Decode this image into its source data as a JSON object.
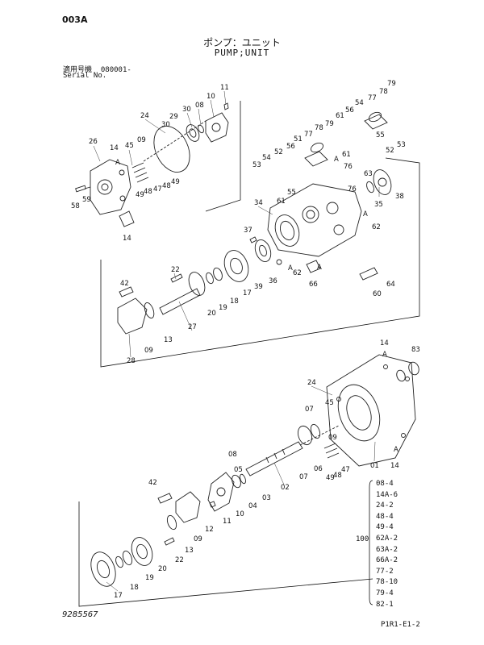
{
  "header": {
    "code": "003A",
    "title_jp": "ポンプ：ユニット",
    "title_en": "PUMP;UNIT",
    "serial_label_jp": "適用号機",
    "serial_value": "080001-",
    "serial_label_en": "Serial No."
  },
  "footer": {
    "doc_number": "9285567",
    "page_ref": "P1R1-E1-2"
  },
  "kit": {
    "total_label": "100",
    "items": [
      "08-4",
      "14A-6",
      "24-2",
      "48-4",
      "49-4",
      "62A-2",
      "63A-2",
      "66A-2",
      "77-2",
      "78-10",
      "79-4",
      "82-1"
    ]
  },
  "part_labels": {
    "l11a": "11",
    "l10a": "10",
    "l08a": "08",
    "l30a": "30",
    "l29": "29",
    "l30b": "30",
    "l24a": "24",
    "l26": "26",
    "l14a": "14",
    "l45a": "45",
    "l09a": "09",
    "l58": "58",
    "l59": "59",
    "l49a": "49",
    "l48a": "48",
    "l47a": "47",
    "l48b": "48",
    "l49b": "49",
    "l14b": "14",
    "lA1": "A",
    "lA2": "A",
    "lA3": "A",
    "lA4": "A",
    "lA5": "A",
    "lA6": "A",
    "lA7": "A",
    "l79a": "79",
    "l77a": "77",
    "l78a": "78",
    "l54a": "54",
    "l56a": "56",
    "l61a": "61",
    "l55a": "55",
    "l52a": "52",
    "l53a": "53",
    "l77b": "77",
    "l78b": "78",
    "l79b": "79",
    "l56b": "56",
    "l51": "51",
    "l52b": "52",
    "l54b": "54",
    "l53b": "53",
    "l61b": "61",
    "l55b": "55",
    "l76a": "76",
    "l63": "63",
    "l76b": "76",
    "l38": "38",
    "l35": "35",
    "l34": "34",
    "l61c": "61",
    "l62a": "62",
    "l37": "37",
    "l62b": "62",
    "l36": "36",
    "l66": "66",
    "l64": "64",
    "l60": "60",
    "l22a": "22",
    "l42a": "42",
    "l20a": "20",
    "l19a": "19",
    "l18a": "18",
    "l17a": "17",
    "l39": "39",
    "l27": "27",
    "l09b": "09",
    "l13a": "13",
    "l28": "28",
    "l14c": "14",
    "l83": "83",
    "l24b": "24",
    "l45b": "45",
    "l07a": "07",
    "l09c": "09",
    "l49c": "49",
    "l48c": "48",
    "l47b": "47",
    "l06": "06",
    "l07b": "07",
    "l01": "01",
    "l14d": "14",
    "l08b": "08",
    "l05": "05",
    "l04": "04",
    "l03": "03",
    "l02": "02",
    "l42b": "42",
    "l10b": "10",
    "l11b": "11",
    "l12": "12",
    "l09d": "09",
    "l13b": "13",
    "l22b": "22",
    "l20b": "20",
    "l19b": "19",
    "l18b": "18",
    "l17b": "17"
  }
}
